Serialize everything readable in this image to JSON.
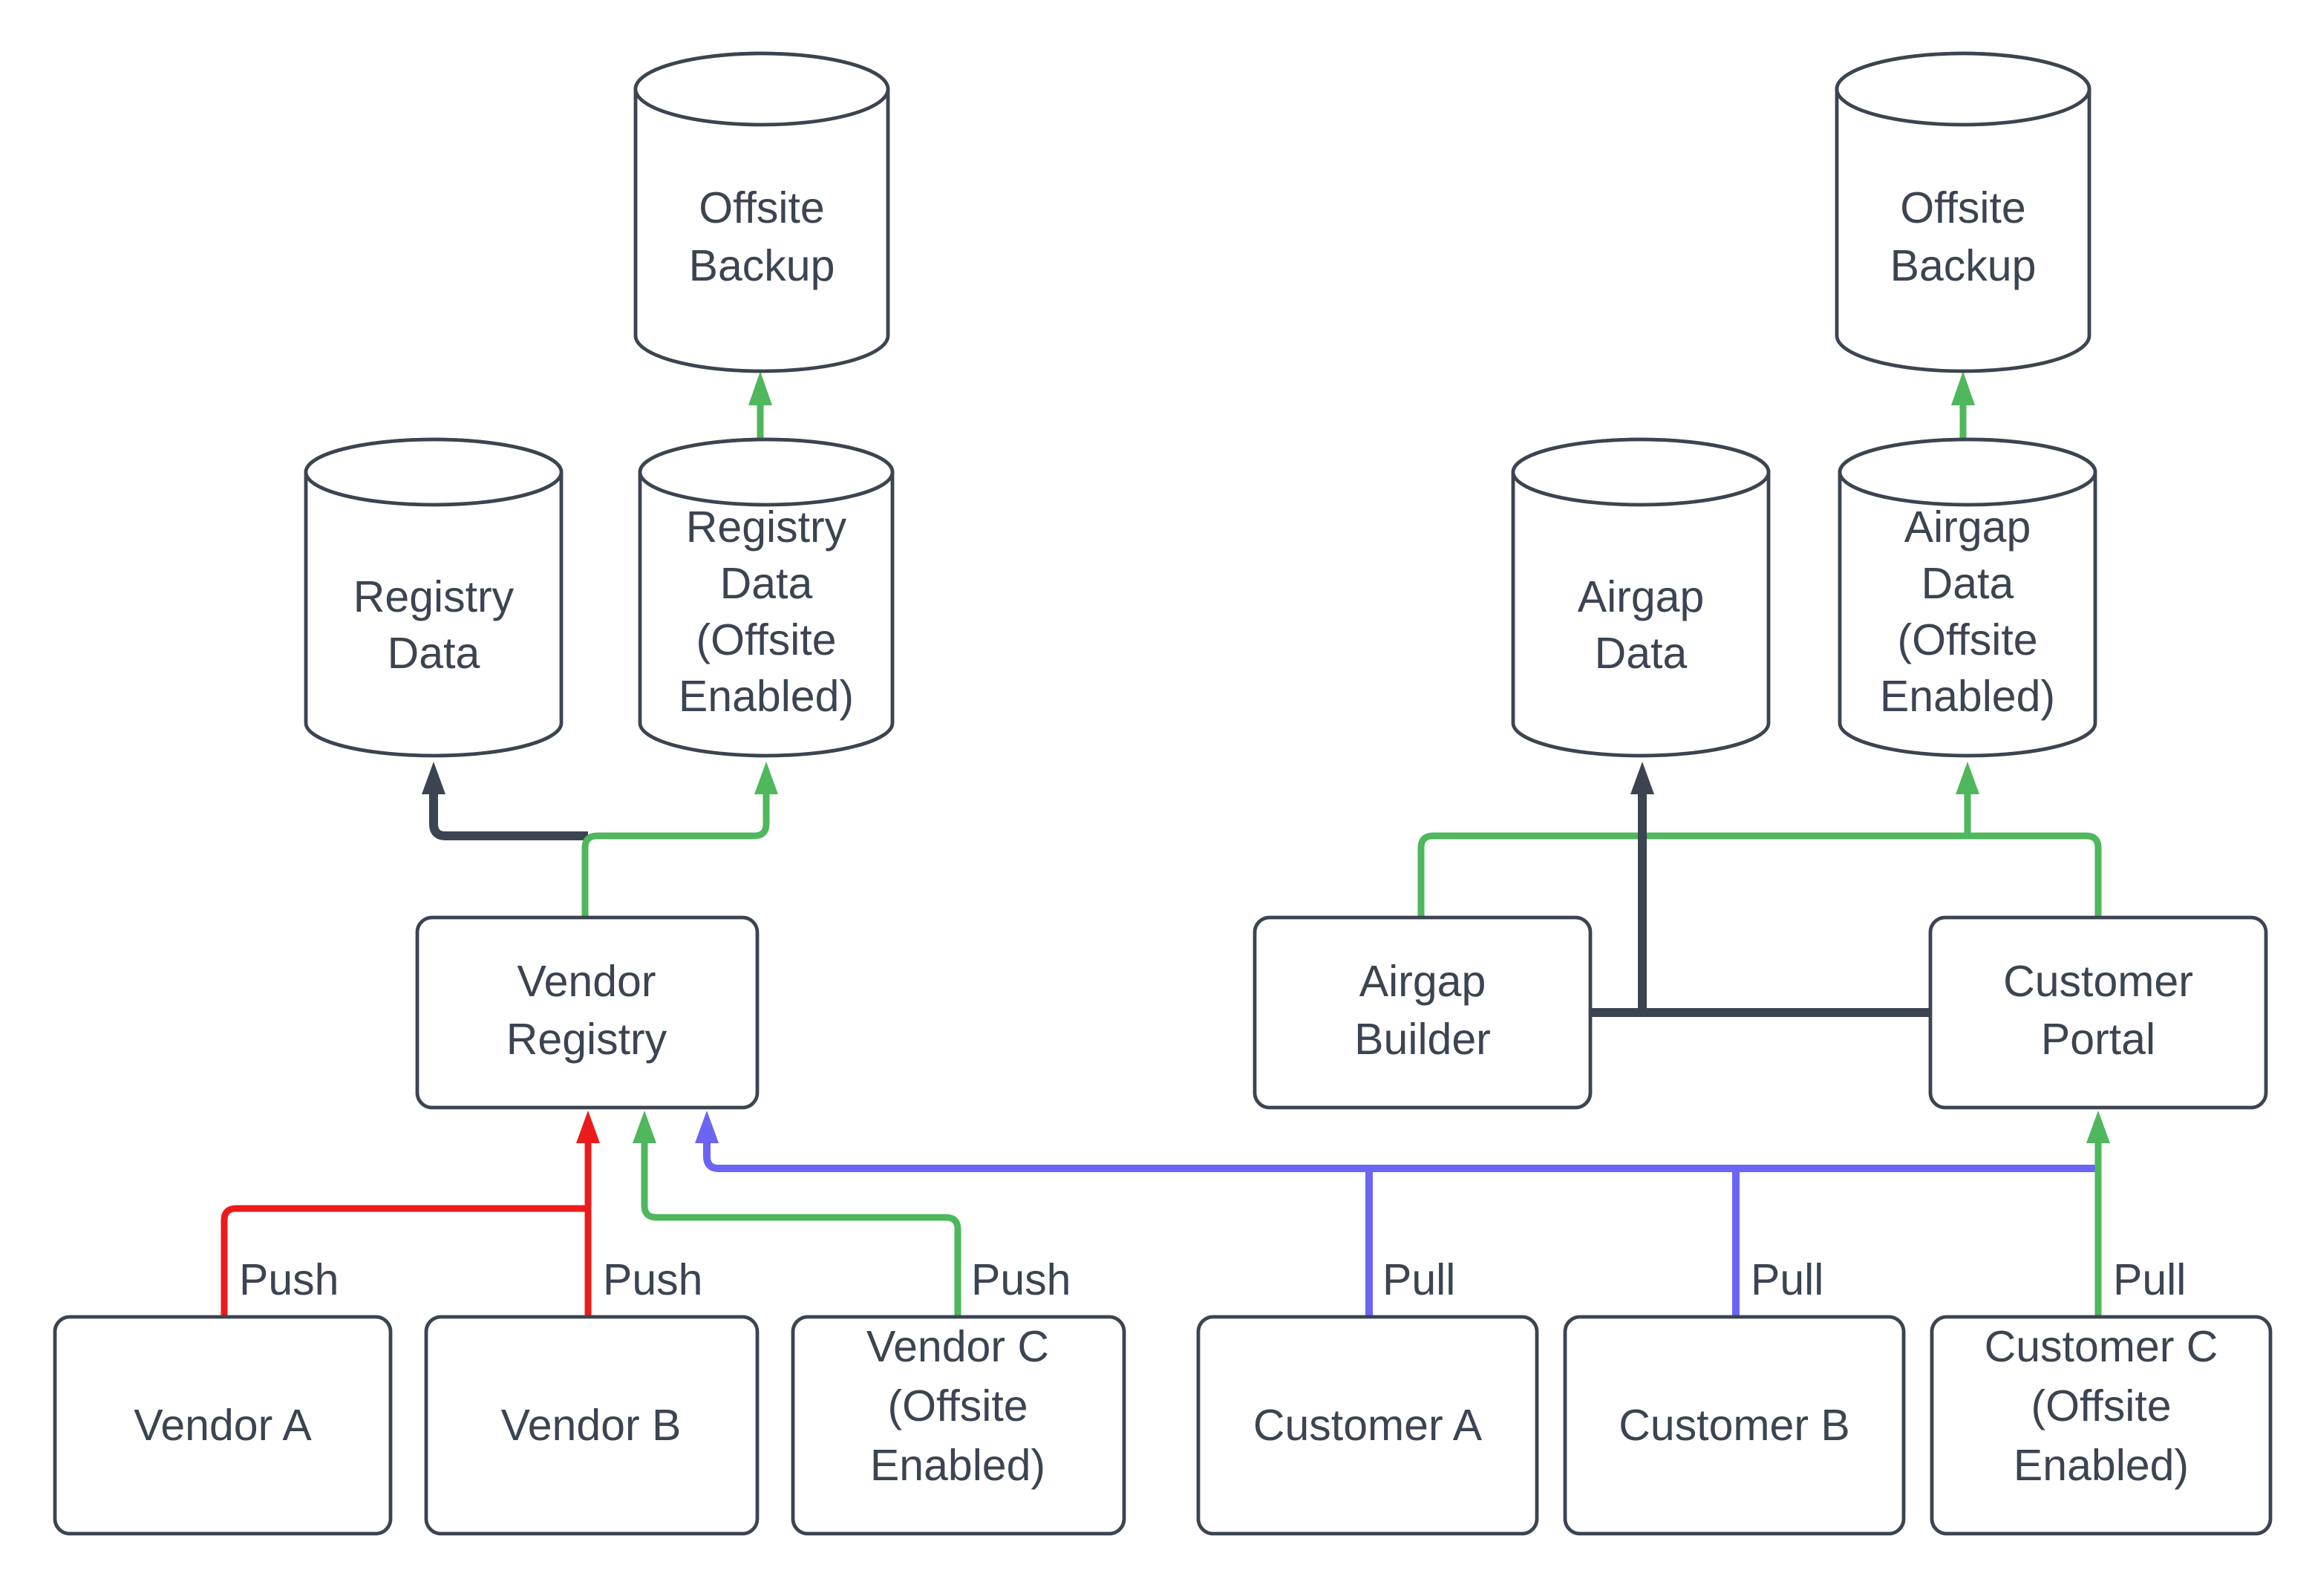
{
  "diagram": {
    "colors": {
      "ink": "#3b4450",
      "green": "#4fb75c",
      "red": "#ec1b1b",
      "blue": "#6b64f5",
      "background": "#ffffff"
    },
    "nodes": {
      "offsite_backup_left": {
        "shape": "cylinder",
        "lines": [
          "Offsite",
          "Backup"
        ]
      },
      "registry_data": {
        "shape": "cylinder",
        "lines": [
          "Registry",
          "Data"
        ]
      },
      "registry_data_offsite": {
        "shape": "cylinder",
        "lines": [
          "Registry",
          "Data",
          "(Offsite",
          "Enabled)"
        ]
      },
      "vendor_registry": {
        "shape": "rect",
        "lines": [
          "Vendor",
          "Registry"
        ]
      },
      "vendor_a": {
        "shape": "rect",
        "lines": [
          "Vendor A"
        ]
      },
      "vendor_b": {
        "shape": "rect",
        "lines": [
          "Vendor B"
        ]
      },
      "vendor_c": {
        "shape": "rect",
        "lines": [
          "Vendor C",
          "(Offsite",
          "Enabled)"
        ]
      },
      "offsite_backup_right": {
        "shape": "cylinder",
        "lines": [
          "Offsite",
          "Backup"
        ]
      },
      "airgap_data": {
        "shape": "cylinder",
        "lines": [
          "Airgap",
          "Data"
        ]
      },
      "airgap_data_offsite": {
        "shape": "cylinder",
        "lines": [
          "Airgap",
          "Data",
          "(Offsite",
          "Enabled)"
        ]
      },
      "airgap_builder": {
        "shape": "rect",
        "lines": [
          "Airgap",
          "Builder"
        ]
      },
      "customer_portal": {
        "shape": "rect",
        "lines": [
          "Customer",
          "Portal"
        ]
      },
      "customer_a": {
        "shape": "rect",
        "lines": [
          "Customer A"
        ]
      },
      "customer_b": {
        "shape": "rect",
        "lines": [
          "Customer B"
        ]
      },
      "customer_c": {
        "shape": "rect",
        "lines": [
          "Customer C",
          "(Offsite",
          "Enabled)"
        ]
      }
    },
    "edge_labels": {
      "push_a": "Push",
      "push_b": "Push",
      "push_c": "Push",
      "pull_a": "Pull",
      "pull_b": "Pull",
      "pull_c": "Pull"
    },
    "edges": [
      {
        "from": "vendor_a",
        "to": "vendor_registry",
        "label": "Push",
        "color": "red"
      },
      {
        "from": "vendor_b",
        "to": "vendor_registry",
        "label": "Push",
        "color": "red"
      },
      {
        "from": "vendor_c",
        "to": "vendor_registry",
        "label": "Push",
        "color": "green"
      },
      {
        "from": "customer_a",
        "to": "vendor_registry",
        "label": "Pull",
        "color": "blue"
      },
      {
        "from": "customer_b",
        "to": "vendor_registry",
        "label": "Pull",
        "color": "blue"
      },
      {
        "from": "customer_c",
        "to": "customer_portal",
        "label": "Pull",
        "color": "green"
      },
      {
        "from": "vendor_registry",
        "to": "registry_data",
        "label": "",
        "color": "dark"
      },
      {
        "from": "vendor_registry",
        "to": "registry_data_offsite",
        "label": "",
        "color": "green"
      },
      {
        "from": "registry_data_offsite",
        "to": "offsite_backup_left",
        "label": "",
        "color": "green"
      },
      {
        "from": "customer_portal",
        "to": "airgap_builder",
        "label": "",
        "color": "green"
      },
      {
        "from": "customer_portal",
        "to": "airgap_data_offsite",
        "label": "",
        "color": "green"
      },
      {
        "from": "customer_portal",
        "to": "airgap_builder",
        "label": "",
        "color": "dark"
      },
      {
        "from": "airgap_builder",
        "to": "airgap_data",
        "label": "",
        "color": "dark"
      },
      {
        "from": "airgap_data_offsite",
        "to": "offsite_backup_right",
        "label": "",
        "color": "green"
      }
    ]
  }
}
